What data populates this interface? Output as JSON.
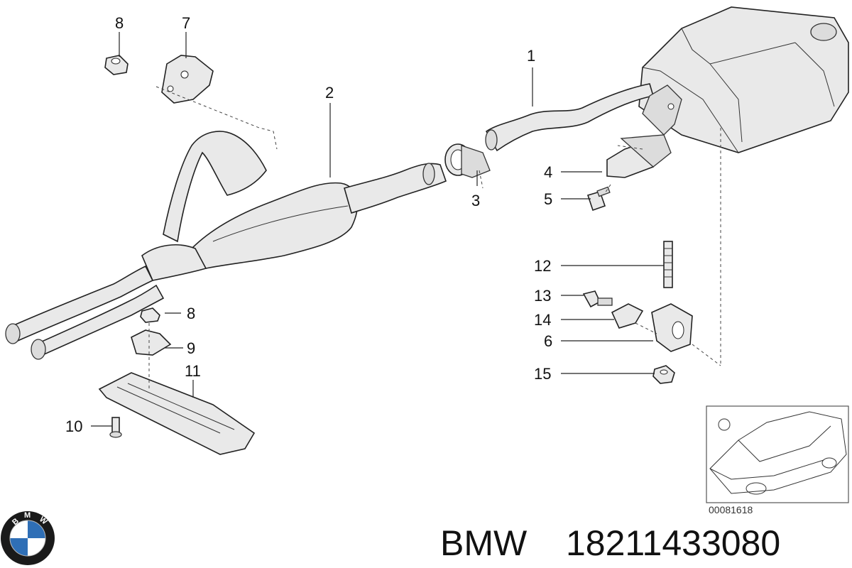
{
  "diagram": {
    "callouts": [
      "1",
      "2",
      "3",
      "4",
      "5",
      "6",
      "7",
      "8",
      "8",
      "9",
      "10",
      "11",
      "12",
      "13",
      "14",
      "15"
    ],
    "reference_code": "00081618"
  },
  "footer": {
    "brand": "BMW",
    "part_number": "18211433080"
  },
  "logo": {
    "letters": [
      "B",
      "M",
      "W"
    ],
    "colors": {
      "ring": "#1a1a1a",
      "blue": "#2f6fb6",
      "white": "#ffffff"
    }
  }
}
